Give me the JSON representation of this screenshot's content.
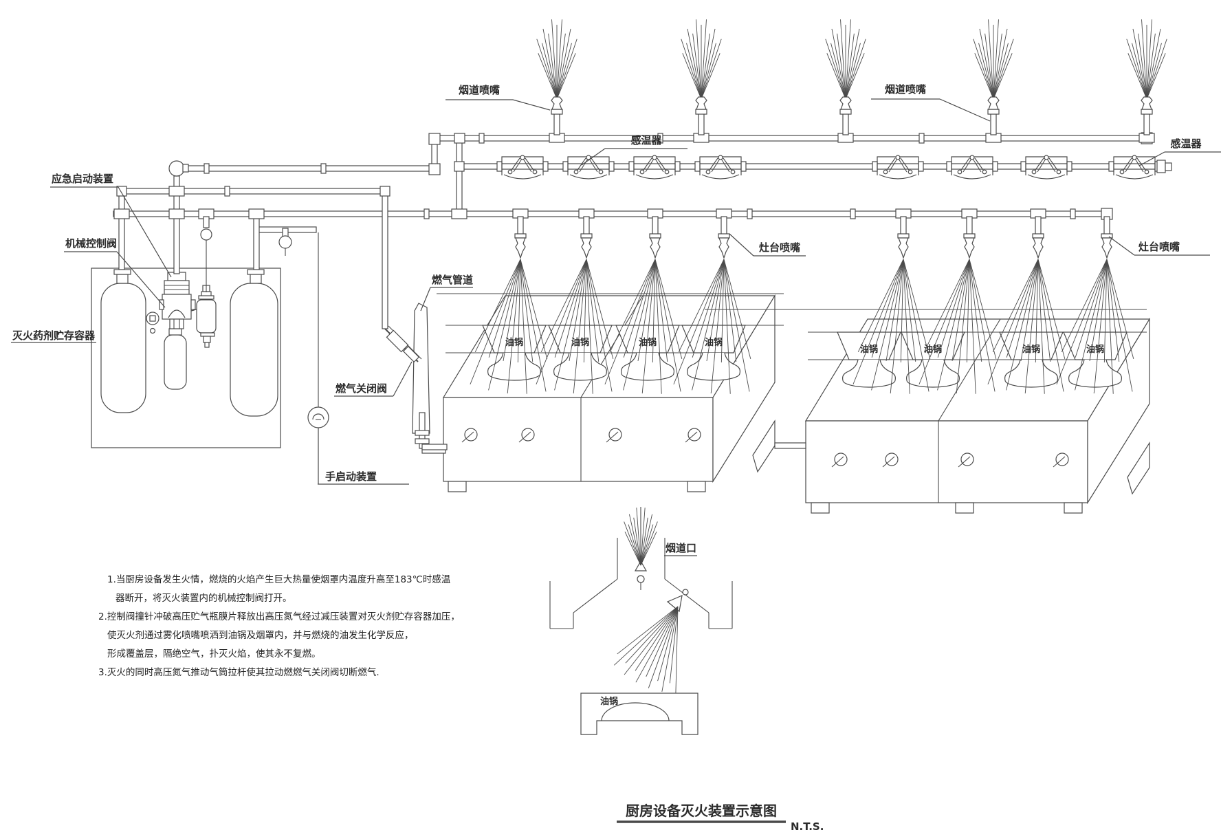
{
  "title": {
    "text": "厨房设备灭火装置示意图",
    "scale_note": "N.T.S."
  },
  "labels": {
    "flue_nozzle": "烟道喷嘴",
    "temp_sensor": "感温器",
    "emergency_start": "应急启动装置",
    "mech_control_valve": "机械控制阀",
    "agent_container": "灭火药剂贮存容器",
    "gas_pipe": "燃气管道",
    "gas_shutoff_valve": "燃气关闭阀",
    "manual_start": "手启动装置",
    "stove_nozzle": "灶台喷嘴",
    "wok": "油锅",
    "flue_opening": "烟道口"
  },
  "notes": [
    "1.当厨房设备发生火情，燃烧的火焰产生巨大热量使烟罩内温度升高至183℃时感温",
    "器断开，将灭火装置内的机械控制阀打开。",
    "2.控制阀撞针冲破高压贮气瓶膜片释放出高压氮气经过减压装置对灭火剂贮存容器加压，",
    "使灭火剂通过雾化喷嘴喷洒到油锅及烟罩内，并与燃烧的油发生化学反应，",
    "形成覆盖层，隔绝空气，扑灭火焰，使其永不复燃。",
    "3.灭火的同时高压氮气推动气筒拉杆使其拉动燃燃气关闭阀切断燃气."
  ],
  "colors": {
    "line": "#4a4a4a",
    "text": "#2b2b2b",
    "background": "#ffffff"
  }
}
